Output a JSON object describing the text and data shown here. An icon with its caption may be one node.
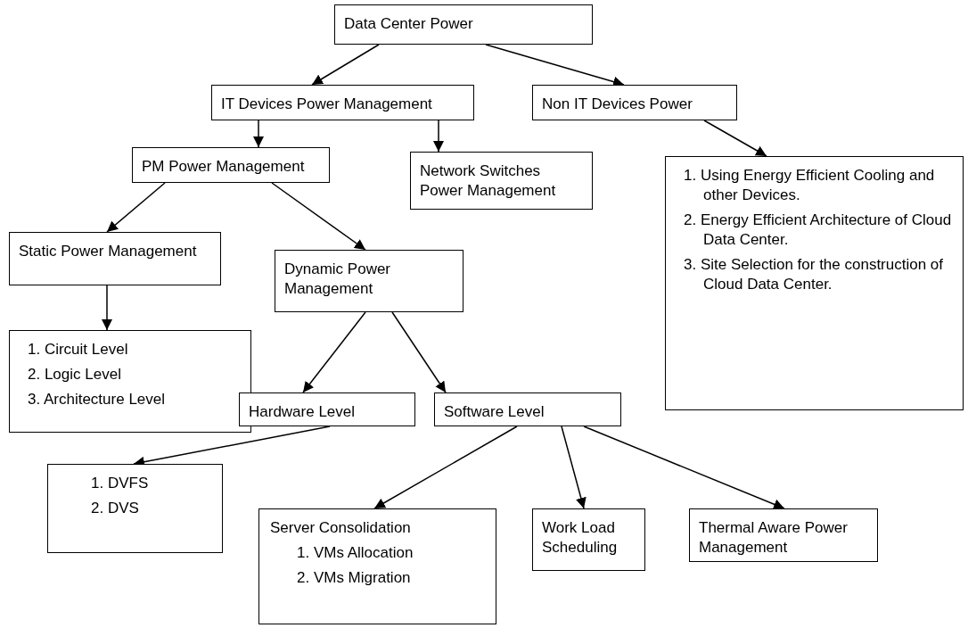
{
  "diagram": {
    "nodes": [
      {
        "text": [
          "Data Center Power"
        ]
      },
      {
        "text": [
          "IT Devices Power Management"
        ]
      },
      {
        "text": [
          "Non IT Devices Power"
        ]
      },
      {
        "text": [
          "PM Power Management"
        ]
      },
      {
        "text": [
          "Network Switches Power Management"
        ]
      },
      {
        "text": [
          "1. Using Energy Efficient Cooling and other Devices.",
          "2. Energy Efficient Architecture of Cloud Data Center.",
          "3. Site Selection for the construction of Cloud Data Center."
        ]
      },
      {
        "text": [
          "Static Power Management"
        ]
      },
      {
        "text": [
          "Dynamic Power Management"
        ]
      },
      {
        "text": [
          "1. Circuit Level",
          "2. Logic Level",
          "3. Architecture Level"
        ]
      },
      {
        "text": [
          "Hardware Level"
        ]
      },
      {
        "text": [
          "Software Level"
        ]
      },
      {
        "text": [
          "1. DVFS",
          "2. DVS"
        ]
      },
      {
        "text": [
          "Server Consolidation",
          "1. VMs Allocation",
          "2. VMs Migration"
        ]
      },
      {
        "text": [
          "Work Load Scheduling"
        ]
      },
      {
        "text": [
          "Thermal Aware Power Management"
        ]
      }
    ],
    "edges": [
      {
        "from": 0,
        "to": 1,
        "arrow": "to"
      },
      {
        "from": 0,
        "to": 2,
        "arrow": "to"
      },
      {
        "from": 1,
        "to": 3,
        "arrow": "to"
      },
      {
        "from": 1,
        "to": 4,
        "arrow": "to"
      },
      {
        "from": 2,
        "to": 5,
        "arrow": "to"
      },
      {
        "from": 3,
        "to": 6,
        "arrow": "to"
      },
      {
        "from": 3,
        "to": 7,
        "arrow": "to"
      },
      {
        "from": 6,
        "to": 8,
        "arrow": "to"
      },
      {
        "from": 7,
        "to": 9,
        "arrow": "to"
      },
      {
        "from": 7,
        "to": 10,
        "arrow": "to"
      },
      {
        "from": 9,
        "to": 11,
        "arrow": "to"
      },
      {
        "from": 10,
        "to": 12,
        "arrow": "to"
      },
      {
        "from": 10,
        "to": 13,
        "arrow": "to"
      },
      {
        "from": 10,
        "to": 14,
        "arrow": "to"
      }
    ]
  }
}
